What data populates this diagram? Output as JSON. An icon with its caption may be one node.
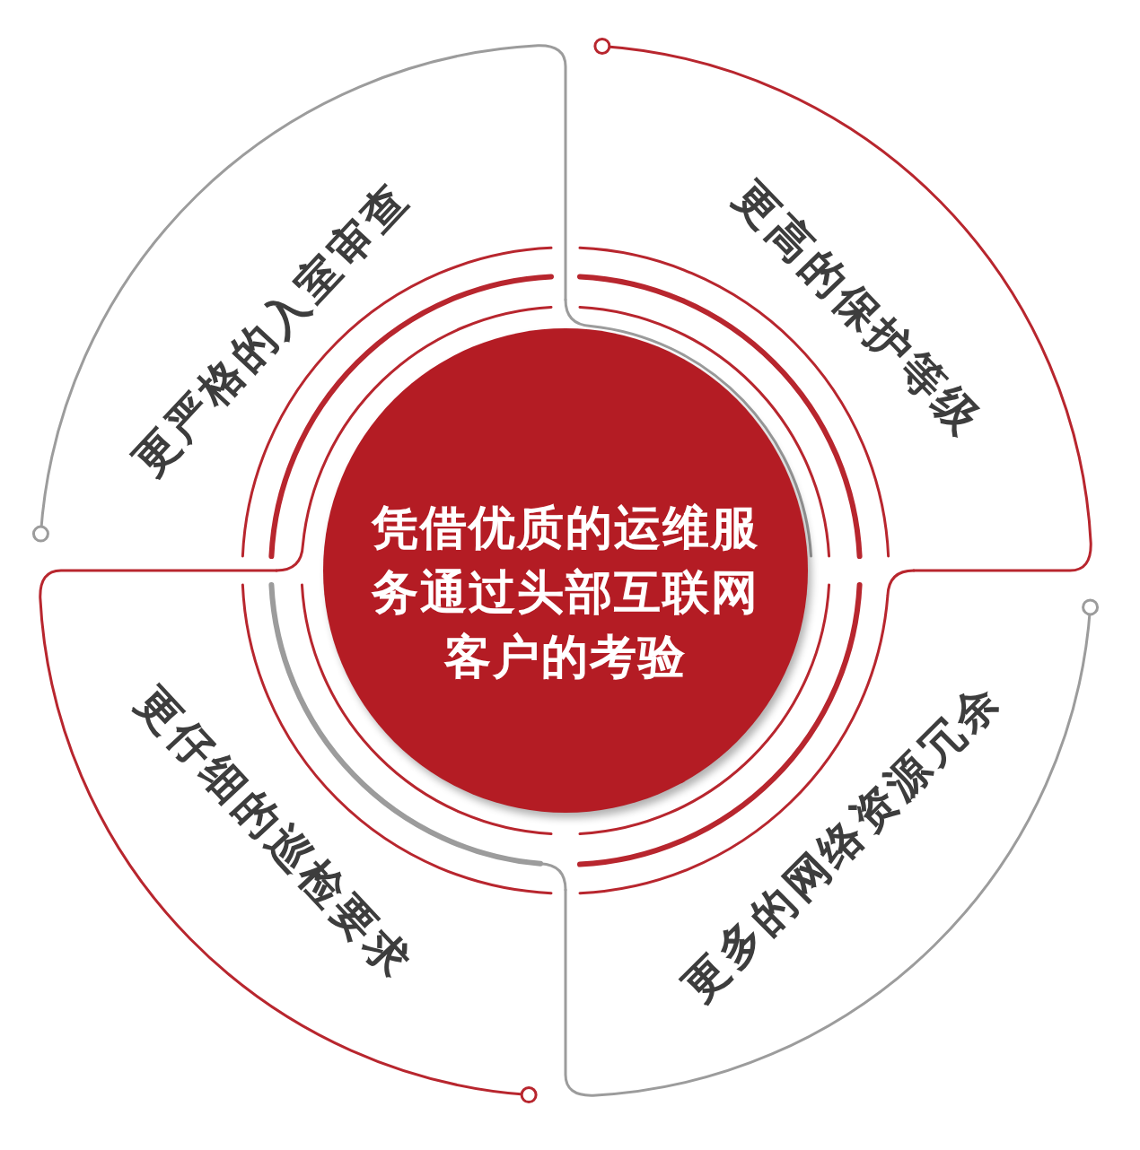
{
  "diagram": {
    "nodes": [
      {
        "text": [
          "凭借优质的运维服务通过头部互联网客户的考验"
        ]
      },
      {
        "text": [
          "更严格的入室审查"
        ]
      },
      {
        "text": [
          "更高的保护等级"
        ]
      },
      {
        "text": [
          "更多的网络资源冗余"
        ]
      },
      {
        "text": [
          "更仔细的巡检要求"
        ]
      }
    ]
  }
}
